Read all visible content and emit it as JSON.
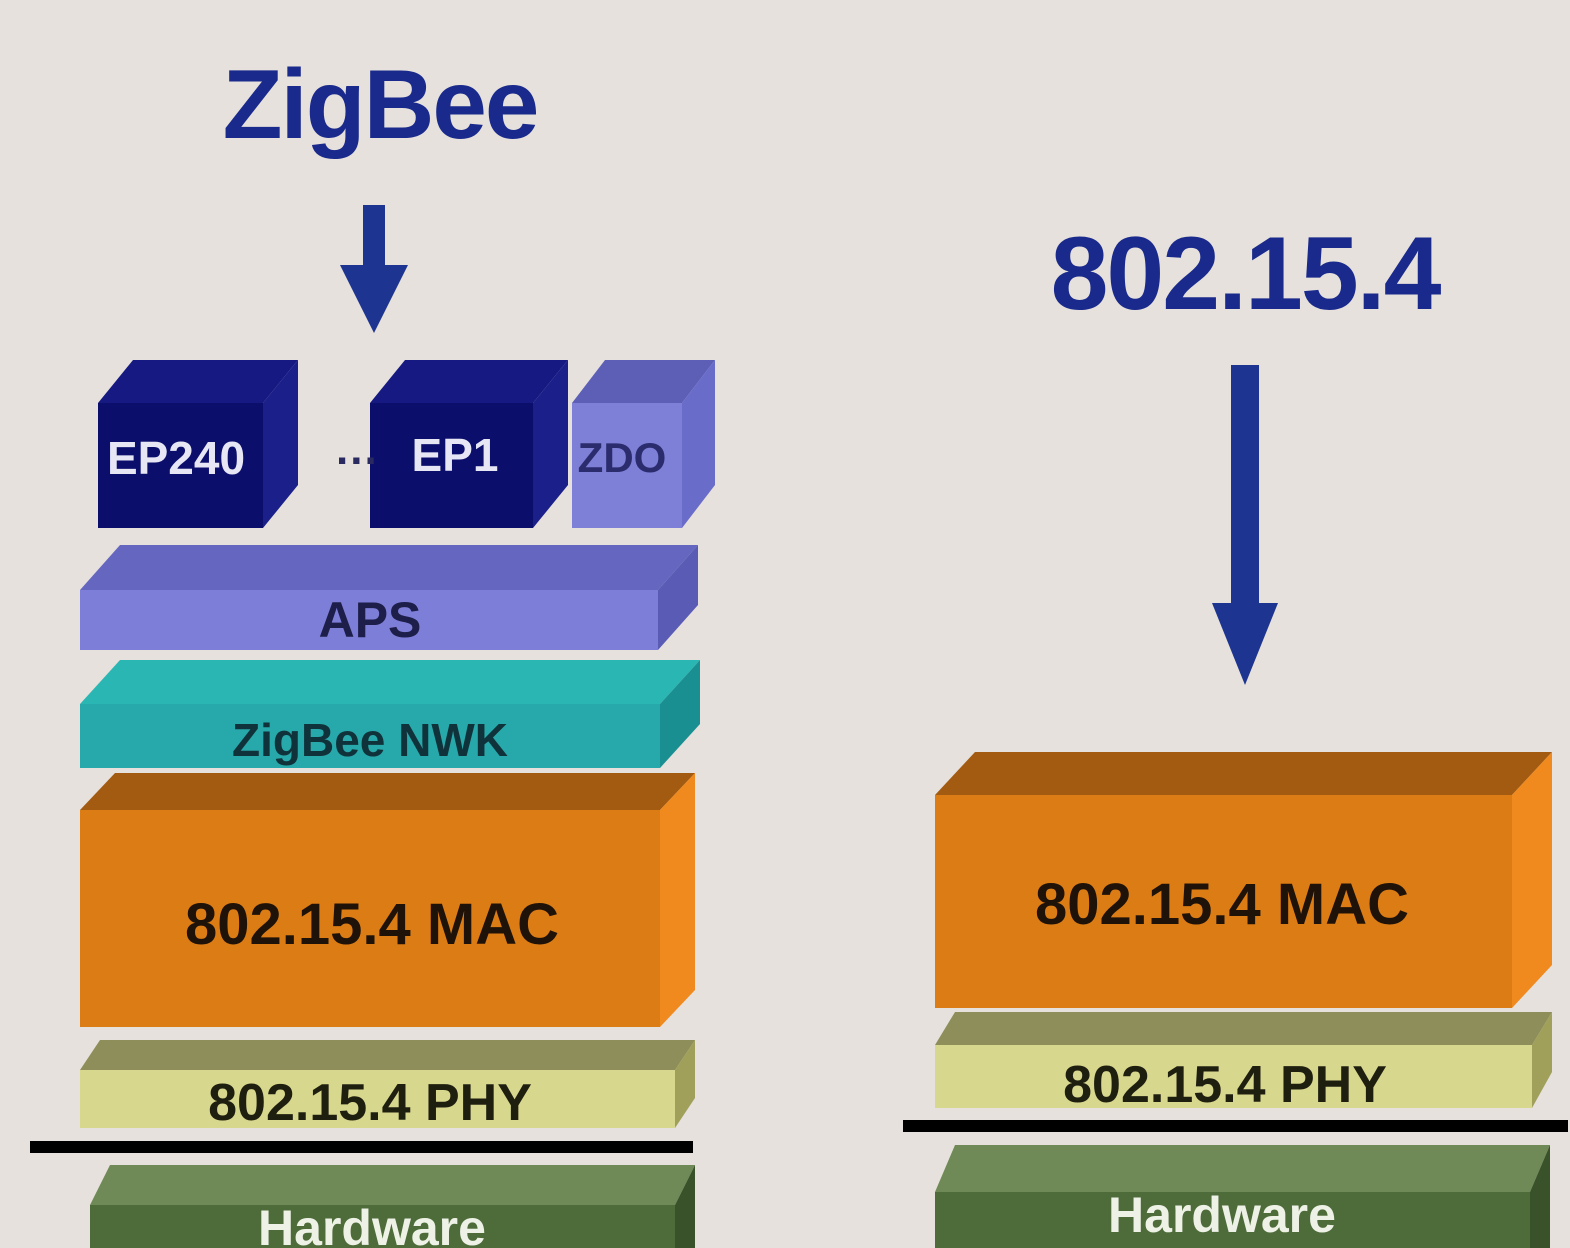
{
  "zigbee_stack": {
    "title": "ZigBee",
    "ellipsis": "...",
    "endpoints": {
      "ep240": "EP240",
      "ep1": "EP1",
      "zdo": "ZDO"
    },
    "aps": "APS",
    "nwk": "ZigBee NWK",
    "mac": "802.15.4 MAC",
    "phy": "802.15.4 PHY",
    "hardware": "Hardware"
  },
  "ieee_stack": {
    "title": "802.15.4",
    "mac": "802.15.4 MAC",
    "phy": "802.15.4 PHY",
    "hardware": "Hardware"
  },
  "colors": {
    "background": "#e6e1dc",
    "title_blue": "#1a2a8c",
    "arrow_blue": "#1d3591",
    "endpoint_navy": "#0b0e6b",
    "zdo_purple": "#7e7fd6",
    "aps_purple": "#7c7ed8",
    "nwk_teal": "#27a8aa",
    "mac_orange": "#dc7c15",
    "phy_olive": "#d7d78e",
    "hardware_green": "#4e6b3a",
    "divider": "#000000"
  }
}
